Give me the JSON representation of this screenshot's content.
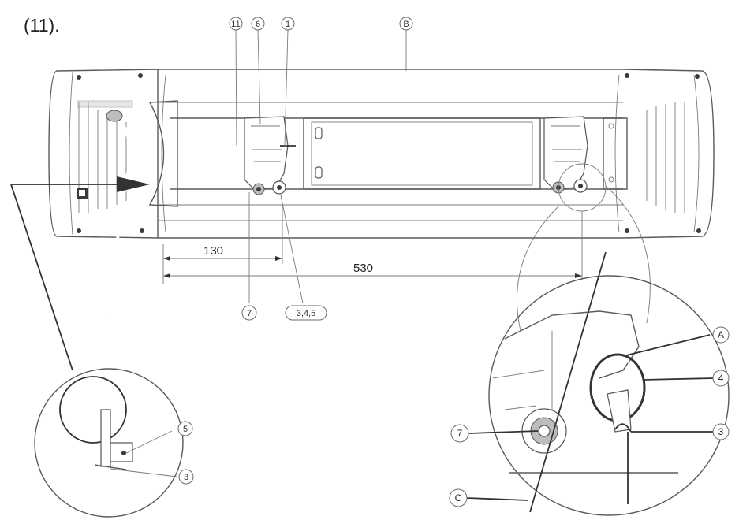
{
  "caption": "(11).",
  "callouts": {
    "top_11": "11",
    "top_6": "6",
    "top_1": "1",
    "top_b": "B",
    "bottom_7": "7",
    "bottom_345": "3,4,5",
    "left_5": "5",
    "left_3": "3",
    "right_a": "A",
    "right_4": "4",
    "right_3": "3",
    "right_7": "7",
    "right_c": "C"
  },
  "dimensions": {
    "short": "130",
    "long": "530"
  }
}
